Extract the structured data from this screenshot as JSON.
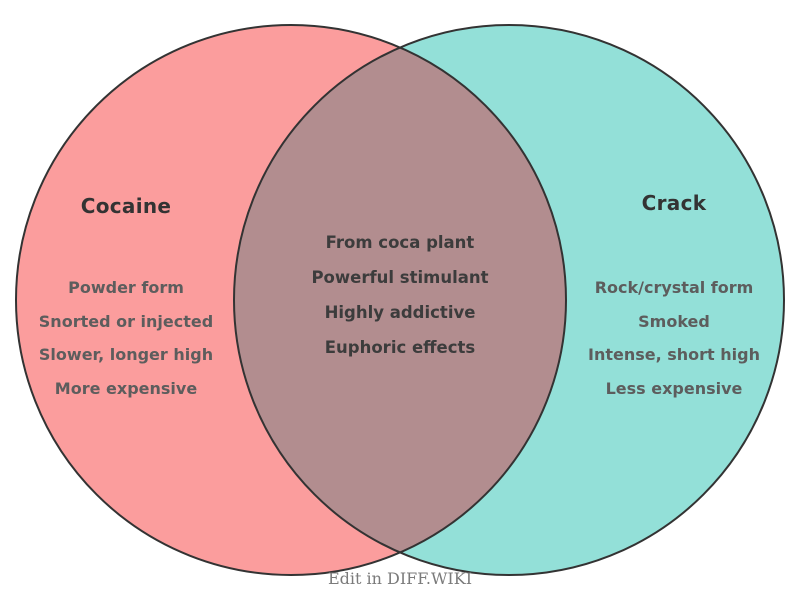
{
  "diagram": {
    "type": "venn",
    "left": {
      "title": "Cocaine",
      "items": [
        "Powder form",
        "Snorted or injected",
        "Slower, longer high",
        "More expensive"
      ]
    },
    "right": {
      "title": "Crack",
      "items": [
        "Rock/crystal form",
        "Smoked",
        "Intense, short high",
        "Less expensive"
      ]
    },
    "shared": {
      "items": [
        "From coca plant",
        "Powerful stimulant",
        "Highly addictive",
        "Euphoric effects"
      ]
    },
    "footer": "Edit in DIFF.WIKI",
    "colors": {
      "left_fill": "#FB9D9D",
      "right_fill": "#93E0D8",
      "overlap_fill": "#B28D8F",
      "stroke": "#333333",
      "title_text": "#333333",
      "side_text": "#5d5d5d",
      "center_text": "#3c3c3c",
      "footer_text": "#7b7b7b"
    }
  }
}
